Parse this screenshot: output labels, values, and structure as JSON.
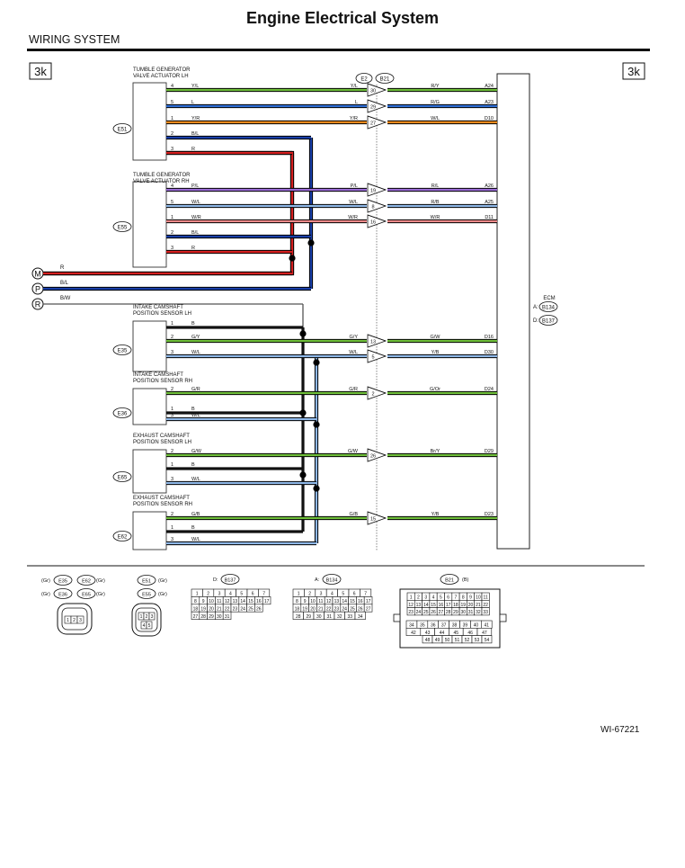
{
  "header": {
    "title": "Engine Electrical System",
    "section": "WIRING SYSTEM",
    "doc_id": "WI-67221"
  },
  "ref_tag": "3k",
  "ecm": {
    "label": "ECM",
    "conn_a_prefix": "A:",
    "conn_a": "B134",
    "conn_d_prefix": "D:",
    "conn_d": "B137"
  },
  "inline": {
    "left": "E2",
    "right": "B21"
  },
  "grounds": [
    {
      "letter": "M",
      "color": "R",
      "hex": "#d62020"
    },
    {
      "letter": "P",
      "color": "B/L",
      "hex": "#1a3fa8"
    },
    {
      "letter": "R",
      "color": "B/W",
      "hex": "#555555"
    }
  ],
  "components": [
    {
      "id": "E51",
      "title": [
        "TUMBLE GENERATOR",
        "VALVE ACTUATOR LH"
      ]
    },
    {
      "id": "E55",
      "title": [
        "TUMBLE GENERATOR",
        "VALVE ACTUATOR RH"
      ]
    },
    {
      "id": "E35",
      "title": [
        "INTAKE CAMSHAFT",
        "POSITION SENSOR LH"
      ]
    },
    {
      "id": "E36",
      "title": [
        "INTAKE CAMSHAFT",
        "POSITION SENSOR RH"
      ]
    },
    {
      "id": "E65",
      "title": [
        "EXHAUST CAMSHAFT",
        "POSITION SENSOR LH"
      ]
    },
    {
      "id": "E62",
      "title": [
        "EXHAUST CAMSHAFT",
        "POSITION SENSOR RH"
      ]
    }
  ],
  "wires": [
    {
      "pin": "4",
      "left_color": "Y/L",
      "mid_color": "Y/L",
      "conn_pin": "30",
      "right_color": "R/Y",
      "ecm_pin": "A24",
      "stroke": "#6fbf3a"
    },
    {
      "pin": "5",
      "left_color": "L",
      "mid_color": "L",
      "conn_pin": "29",
      "right_color": "R/G",
      "ecm_pin": "A23",
      "stroke": "#2f6fd6"
    },
    {
      "pin": "1",
      "left_color": "Y/R",
      "mid_color": "Y/R",
      "conn_pin": "27",
      "right_color": "W/L",
      "ecm_pin": "D10",
      "stroke": "#f08a1c"
    },
    {
      "pin": "2",
      "left_color": "B/L",
      "stroke": "#1a3fa8"
    },
    {
      "pin": "3",
      "left_color": "R",
      "stroke": "#d62020"
    },
    {
      "pin": "4",
      "left_color": "P/L",
      "mid_color": "P/L",
      "conn_pin": "19",
      "right_color": "R/L",
      "ecm_pin": "A26",
      "stroke": "#9a6bd6"
    },
    {
      "pin": "5",
      "left_color": "W/L",
      "mid_color": "W/L",
      "conn_pin": "8",
      "right_color": "R/B",
      "ecm_pin": "A25",
      "stroke": "#8fb8e8"
    },
    {
      "pin": "1",
      "left_color": "W/R",
      "mid_color": "W/R",
      "conn_pin": "16",
      "right_color": "W/R",
      "ecm_pin": "D11",
      "stroke": "#f08a8a"
    },
    {
      "pin": "2",
      "left_color": "B/L",
      "stroke": "#1a3fa8"
    },
    {
      "pin": "3",
      "left_color": "R",
      "stroke": "#d62020"
    },
    {
      "pin": "1",
      "left_color": "B",
      "stroke": "#111111"
    },
    {
      "pin": "2",
      "left_color": "G/Y",
      "mid_color": "G/Y",
      "conn_pin": "13",
      "right_color": "G/W",
      "ecm_pin": "D16",
      "stroke": "#6fbf3a"
    },
    {
      "pin": "3",
      "left_color": "W/L",
      "mid_color": "W/L",
      "conn_pin": "5",
      "right_color": "Y/B",
      "ecm_pin": "D30",
      "stroke": "#8fb8e8"
    },
    {
      "pin": "2",
      "left_color": "G/R",
      "mid_color": "G/R",
      "conn_pin": "2",
      "right_color": "G/Or",
      "ecm_pin": "D24",
      "stroke": "#6fbf3a"
    },
    {
      "pin": "1",
      "left_color": "B",
      "stroke": "#111111"
    },
    {
      "pin": "3",
      "left_color": "W/L",
      "stroke": "#8fb8e8"
    },
    {
      "pin": "2",
      "left_color": "G/W",
      "mid_color": "G/W",
      "conn_pin": "26",
      "right_color": "Br/Y",
      "ecm_pin": "D29",
      "stroke": "#6fbf3a"
    },
    {
      "pin": "1",
      "left_color": "B",
      "stroke": "#111111"
    },
    {
      "pin": "3",
      "left_color": "W/L",
      "stroke": "#8fb8e8"
    },
    {
      "pin": "2",
      "left_color": "G/B",
      "mid_color": "G/B",
      "conn_pin": "15",
      "right_color": "Y/B",
      "ecm_pin": "D23",
      "stroke": "#6fbf3a"
    },
    {
      "pin": "1",
      "left_color": "B",
      "stroke": "#111111"
    },
    {
      "pin": "3",
      "left_color": "W/L",
      "stroke": "#8fb8e8"
    }
  ],
  "connector_views": {
    "group1": {
      "items": [
        {
          "color": "(Gr)",
          "id": "E35"
        },
        {
          "id": "E62",
          "color": "(Gr)"
        },
        {
          "color": "(Gr)",
          "id": "E36"
        },
        {
          "id": "E65",
          "color": "(Gr)"
        }
      ],
      "pins": [
        "1",
        "2",
        "3"
      ]
    },
    "group2": {
      "items": [
        {
          "id": "E51",
          "color": "(Gr)"
        },
        {
          "id": "E55",
          "color": "(Gr)"
        }
      ],
      "pins": [
        "1",
        "2",
        "3",
        "4",
        "5"
      ]
    },
    "d": {
      "prefix": "D:",
      "id": "B137",
      "rows": [
        [
          "1",
          "2",
          "3",
          "4",
          "5",
          "6",
          "7"
        ],
        [
          "8",
          "9",
          "10",
          "11",
          "12",
          "13",
          "14",
          "15",
          "16",
          "17"
        ],
        [
          "18",
          "19",
          "20",
          "21",
          "22",
          "23",
          "24",
          "25",
          "26"
        ],
        [
          "27",
          "28",
          "29",
          "30",
          "31"
        ]
      ]
    },
    "a": {
      "prefix": "A:",
      "id": "B134",
      "rows": [
        [
          "1",
          "2",
          "3",
          "4",
          "5",
          "6",
          "7"
        ],
        [
          "8",
          "9",
          "10",
          "11",
          "12",
          "13",
          "14",
          "15",
          "16",
          "17"
        ],
        [
          "18",
          "19",
          "20",
          "21",
          "22",
          "23",
          "24",
          "25",
          "26",
          "27"
        ],
        [
          "28",
          "29",
          "30",
          "31",
          "32",
          "33",
          "34"
        ]
      ]
    },
    "b21": {
      "id": "B21",
      "color": "(B)",
      "rows": [
        [
          "1",
          "2",
          "3",
          "4",
          "5",
          "6",
          "7",
          "8",
          "9",
          "10",
          "11"
        ],
        [
          "12",
          "13",
          "14",
          "15",
          "16",
          "17",
          "18",
          "19",
          "20",
          "21",
          "22"
        ],
        [
          "23",
          "24",
          "25",
          "26",
          "27",
          "28",
          "29",
          "30",
          "31",
          "32",
          "33"
        ],
        [
          "34",
          "35",
          "36",
          "37",
          "38",
          "39",
          "40",
          "41"
        ],
        [
          "42",
          "43",
          "44",
          "45",
          "46",
          "47"
        ],
        [
          "48",
          "49",
          "50",
          "51",
          "52",
          "53",
          "54"
        ]
      ]
    }
  }
}
